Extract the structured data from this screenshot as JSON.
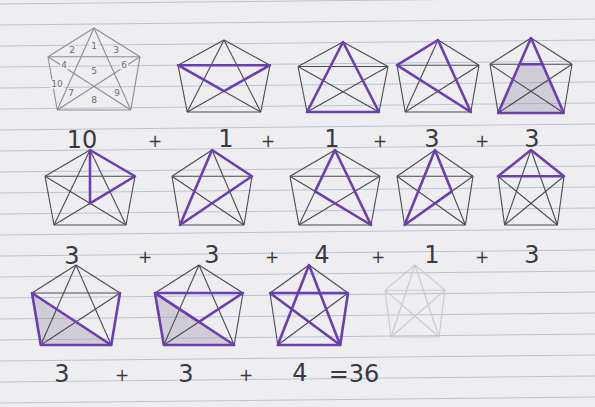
{
  "diagram": {
    "labels": [
      "1",
      "2",
      "3",
      "4",
      "5",
      "6",
      "7",
      "8",
      "9",
      "10",
      "10",
      "+",
      "1",
      "+",
      "1",
      "+",
      "3",
      "+",
      "3",
      "3",
      "+",
      "3",
      "+",
      "4",
      "+",
      "1",
      "+",
      "3",
      "3",
      "+",
      "3",
      "+",
      "4",
      "=36"
    ]
  }
}
